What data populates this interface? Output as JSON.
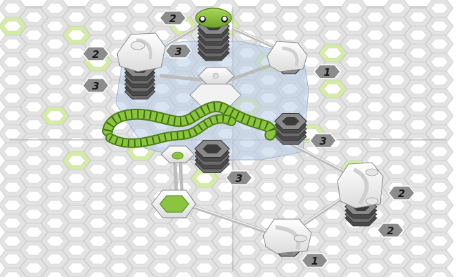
{
  "puzzle": {
    "title": "",
    "board": {
      "columns": 3,
      "rows": 2,
      "highlight_color": "#d4eea0",
      "cell_color": "#ffffff",
      "border_color": "#bdbdbd"
    },
    "badges": [
      {
        "id": "b1",
        "value": "2"
      },
      {
        "id": "b2",
        "value": "2"
      },
      {
        "id": "b3",
        "value": "3"
      },
      {
        "id": "b4",
        "value": "3"
      },
      {
        "id": "b5",
        "value": "1"
      },
      {
        "id": "b6",
        "value": "3"
      },
      {
        "id": "b7",
        "value": "3"
      },
      {
        "id": "b8",
        "value": "2"
      },
      {
        "id": "b9",
        "value": "2"
      },
      {
        "id": "b10",
        "value": "1"
      }
    ],
    "pieces": {
      "curve_piece_count": 4,
      "tower_count": 7,
      "green_piece_color": "#8bc53f",
      "stack_color": "#5a5a5a",
      "rail_color": "#d0d0d0"
    }
  }
}
